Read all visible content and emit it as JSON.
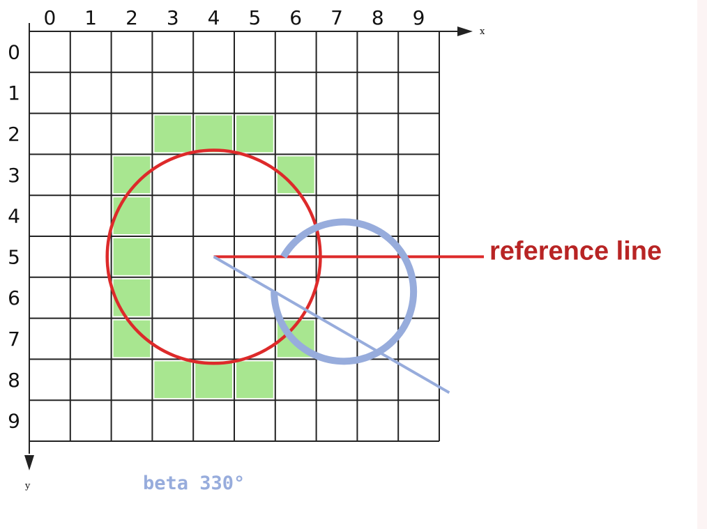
{
  "x_axis": {
    "name": "x",
    "ticks": [
      "0",
      "1",
      "2",
      "3",
      "4",
      "5",
      "6",
      "7",
      "8",
      "9"
    ]
  },
  "y_axis": {
    "name": "y",
    "ticks": [
      "0",
      "1",
      "2",
      "3",
      "4",
      "5",
      "6",
      "7",
      "8",
      "9"
    ]
  },
  "grid": {
    "cols": 10,
    "rows": 10
  },
  "filled_cells": [
    [
      3,
      2
    ],
    [
      4,
      2
    ],
    [
      5,
      2
    ],
    [
      2,
      3
    ],
    [
      6,
      3
    ],
    [
      2,
      4
    ],
    [
      2,
      5
    ],
    [
      2,
      6
    ],
    [
      2,
      7
    ],
    [
      6,
      7
    ],
    [
      3,
      8
    ],
    [
      4,
      8
    ],
    [
      5,
      8
    ]
  ],
  "center": [
    4.5,
    5.5
  ],
  "circle_radius_cells": 2.6,
  "arc_radius_cells": 1.7,
  "beta_degrees": 330,
  "labels": {
    "reference_line": "reference line",
    "angle": "beta 330°"
  },
  "colors": {
    "cell_fill": "#a8e690",
    "grid_line": "#222222",
    "circle": "#dd2a2a",
    "reference_label": "#b82424",
    "arc": "#97acdc",
    "angle_label": "#97acdc",
    "right_strip": "#fcf4f4"
  }
}
